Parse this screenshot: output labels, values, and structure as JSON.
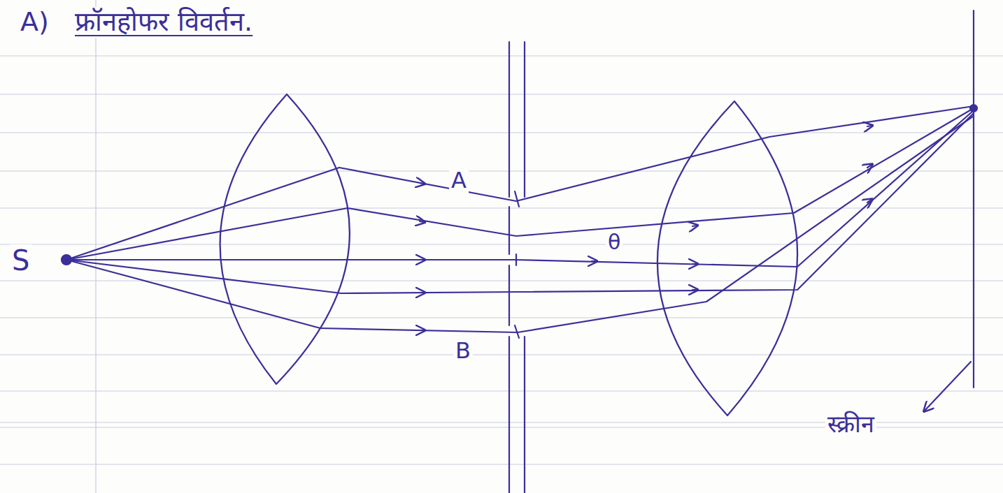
{
  "diagram": {
    "title": "फ्रॉनहोफर विवर्तन.",
    "labels": [
      "A)",
      "S",
      "A",
      "θ",
      "B",
      "स्क्रीन"
    ]
  }
}
